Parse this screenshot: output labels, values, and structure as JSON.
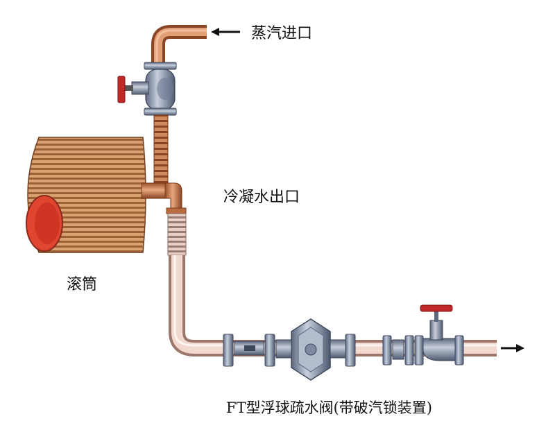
{
  "labels": {
    "steam_inlet": "蒸汽进口",
    "condensate_outlet": "冷凝水出口",
    "drum": "滚筒",
    "trap": "FT型浮球疏水阀(带破汽锁装置)"
  },
  "colors": {
    "pipe_copper": "#c97a4e",
    "pipe_light": "#e6b9a1",
    "valve_steel": "#8e9ab0",
    "handwheel_red": "#c0282a",
    "drum_stripe": "#b97a4a",
    "drum_end": "#d8382a"
  }
}
